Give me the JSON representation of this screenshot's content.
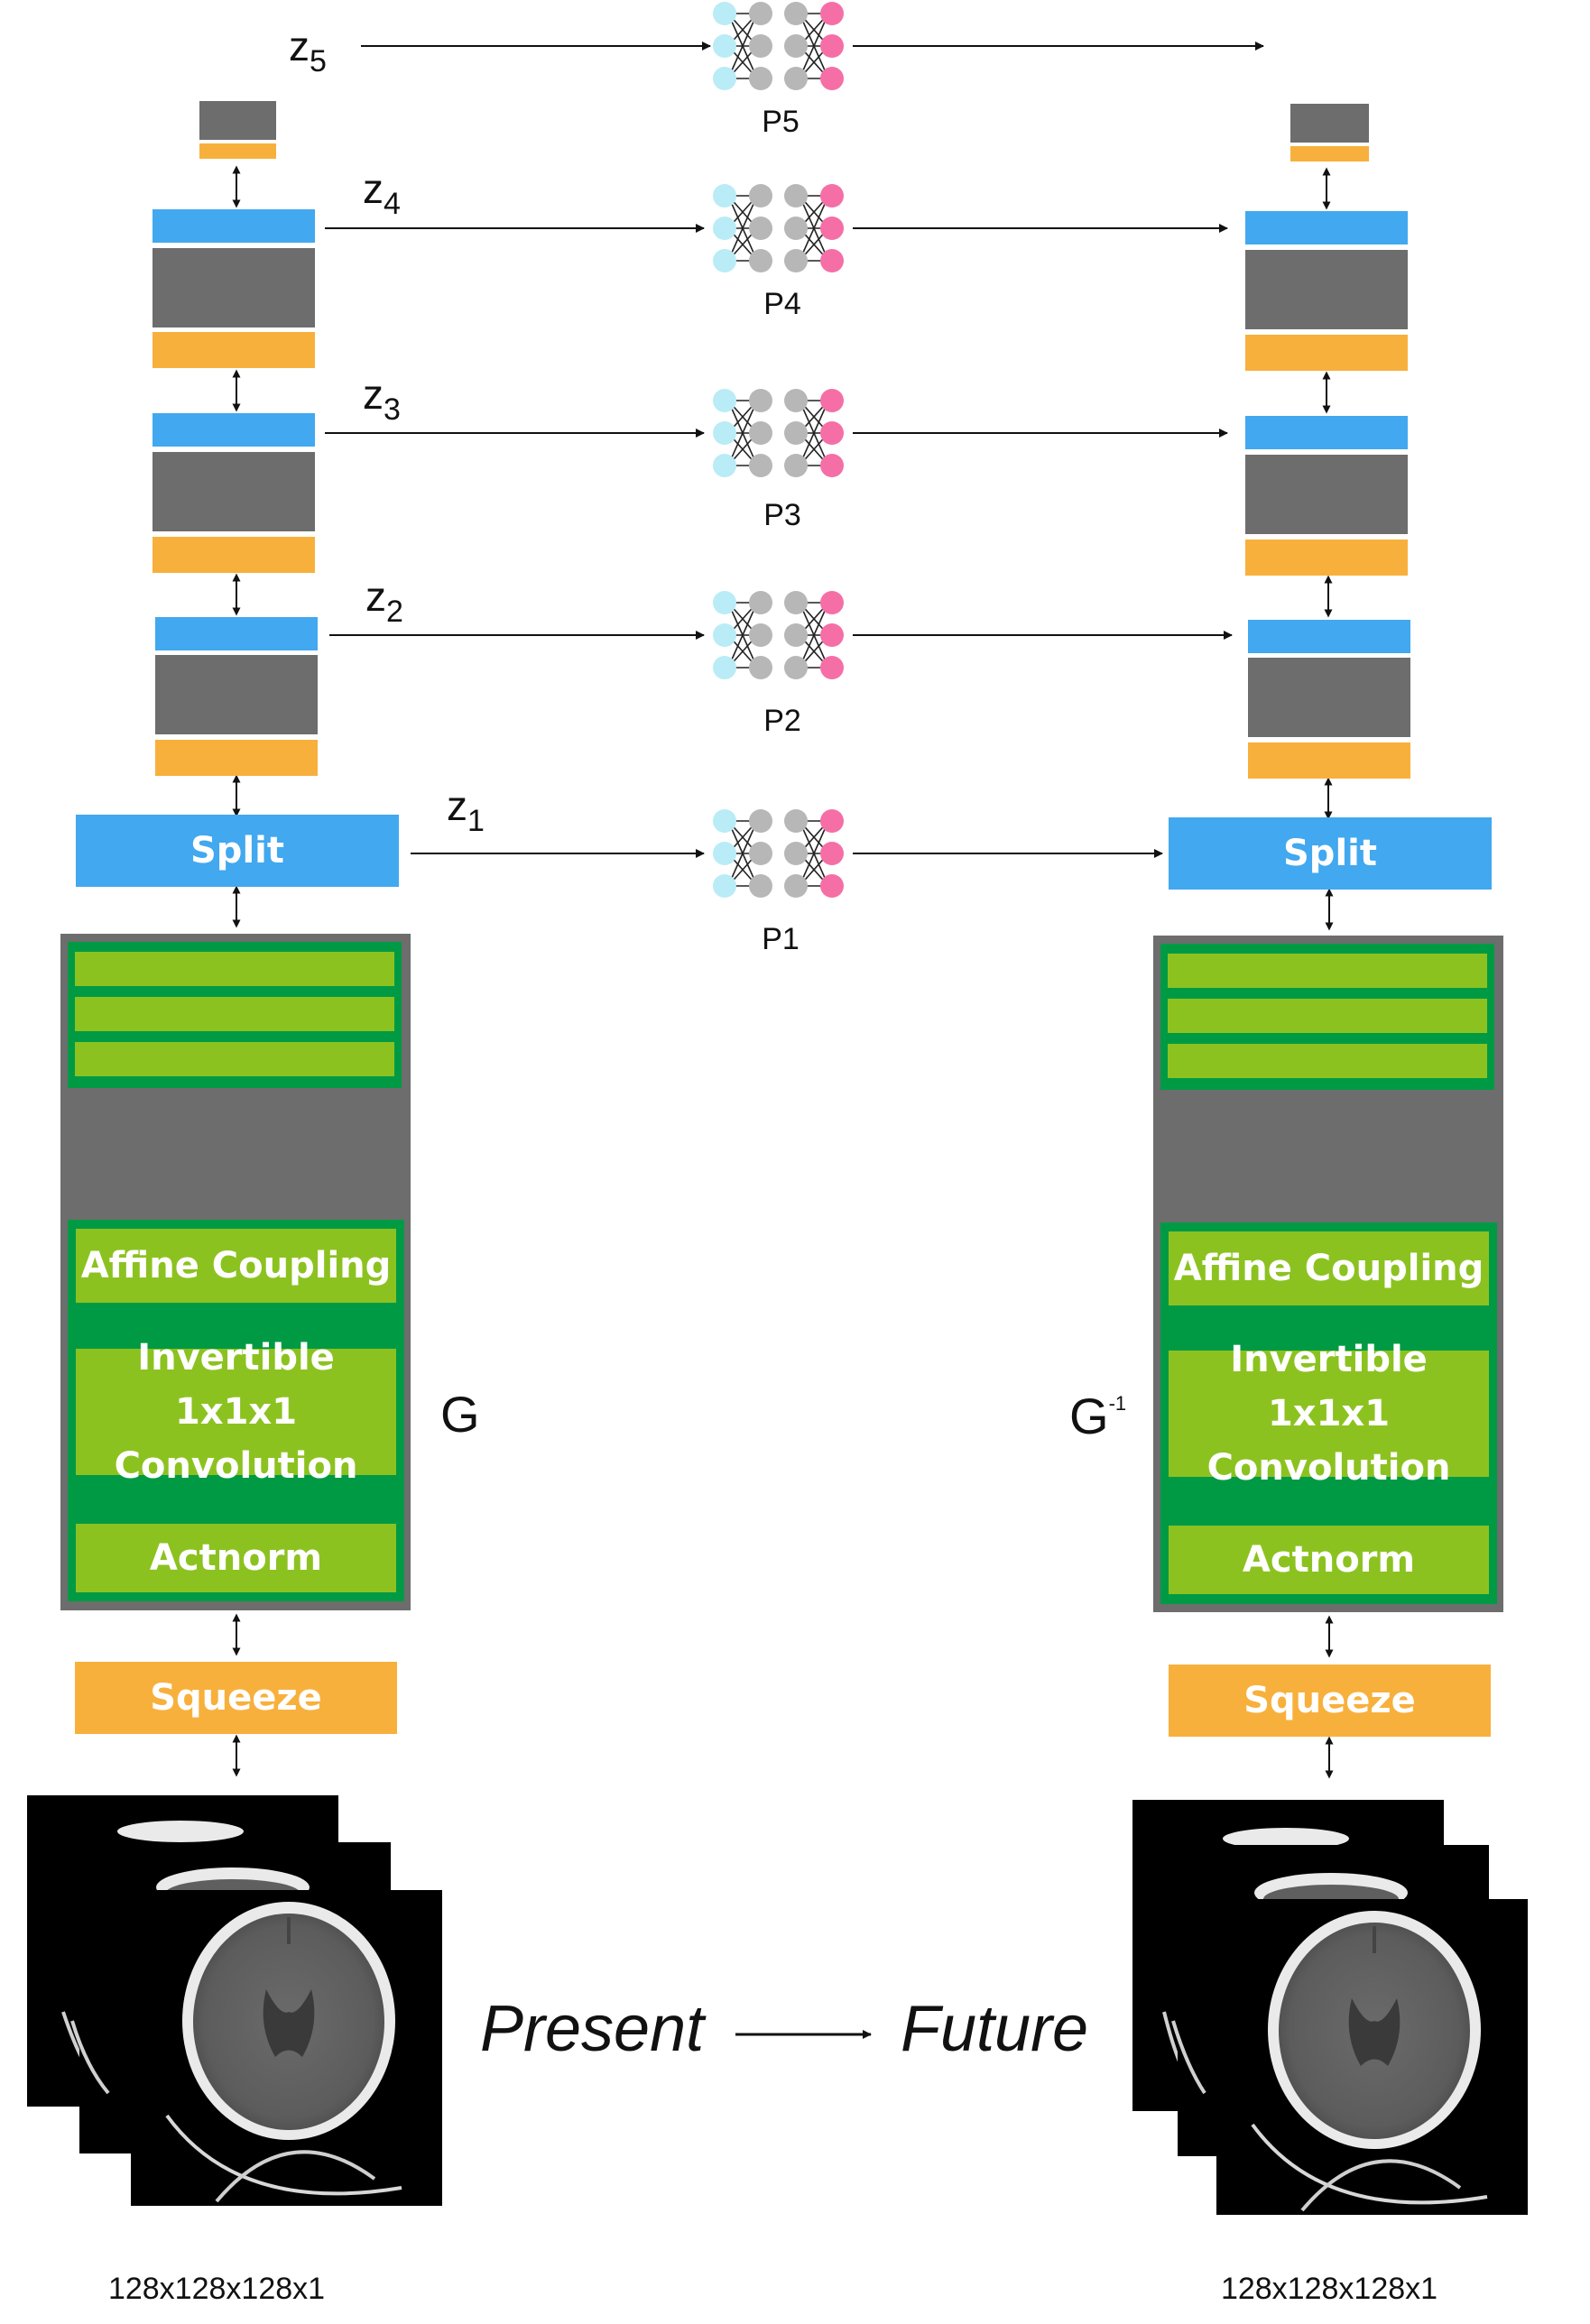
{
  "latents": [
    {
      "id": "z5",
      "base": "z",
      "sub": "5"
    },
    {
      "id": "z4",
      "base": "z",
      "sub": "4"
    },
    {
      "id": "z3",
      "base": "z",
      "sub": "3"
    },
    {
      "id": "z2",
      "base": "z",
      "sub": "2"
    },
    {
      "id": "z1",
      "base": "z",
      "sub": "1"
    }
  ],
  "predictors": [
    "P5",
    "P4",
    "P3",
    "P2",
    "P1"
  ],
  "left": {
    "split": "Split",
    "affine": "Affine Coupling",
    "conv_line1": "Invertible 1x1x1",
    "conv_line2": "Convolution",
    "actnorm": "Actnorm",
    "squeeze": "Squeeze",
    "dims": "128x128x128x1",
    "flow": "G"
  },
  "right": {
    "split": "Split",
    "affine": "Affine Coupling",
    "conv_line1": "Invertible 1x1x1",
    "conv_line2": "Convolution",
    "actnorm": "Actnorm",
    "squeeze": "Squeeze",
    "dims": "128x128x128x1",
    "flow_base": "G",
    "flow_sup": "-1"
  },
  "present": "Present",
  "future": "Future",
  "colors": {
    "blue": "#42a8ef",
    "gray": "#6d6d6d",
    "orange": "#f8b03c",
    "green_inner": "#8cc220",
    "green_outer": "#009a44",
    "node_cyan": "#b9ecf6",
    "node_gray": "#b7b7b7",
    "node_pink": "#f56fa6"
  }
}
